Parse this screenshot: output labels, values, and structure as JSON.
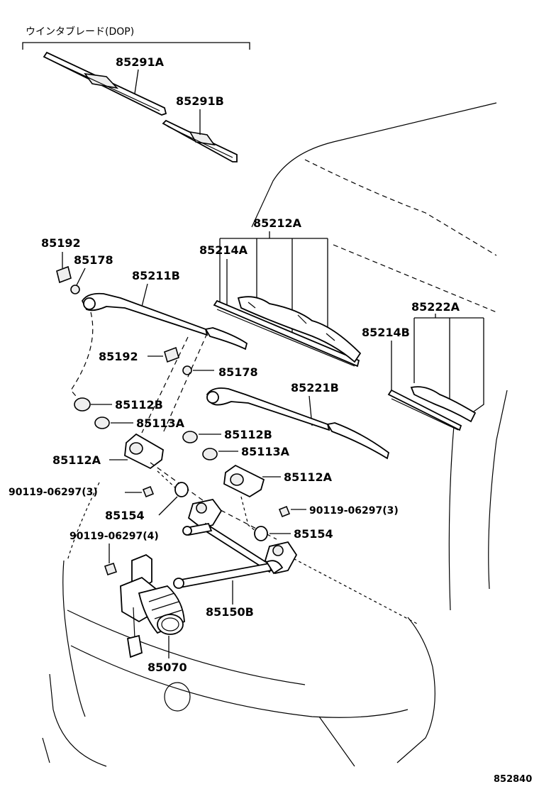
{
  "header": {
    "title": "ウインタブレード(DOP)"
  },
  "labels": {
    "p85291A": "85291A",
    "p85291B": "85291B",
    "p85212A": "85212A",
    "p85214A": "85214A",
    "p85192_top": "85192",
    "p85178_top": "85178",
    "p85211B": "85211B",
    "p85192_mid": "85192",
    "p85178_mid": "85178",
    "p85222A": "85222A",
    "p85214B": "85214B",
    "p85112B_left": "85112B",
    "p85113A_left": "85113A",
    "p85221B": "85221B",
    "p85112B_right": "85112B",
    "p85113A_right": "85113A",
    "p85112A_left": "85112A",
    "p85112A_right": "85112A",
    "bolt_left_3": "90119-06297(3)",
    "bolt_right_3": "90119-06297(3)",
    "p85154_left": "85154",
    "p85154_right": "85154",
    "bolt_4": "90119-06297(4)",
    "p85150B": "85150B",
    "p85070": "85070"
  },
  "footer": {
    "ref": "852840"
  }
}
